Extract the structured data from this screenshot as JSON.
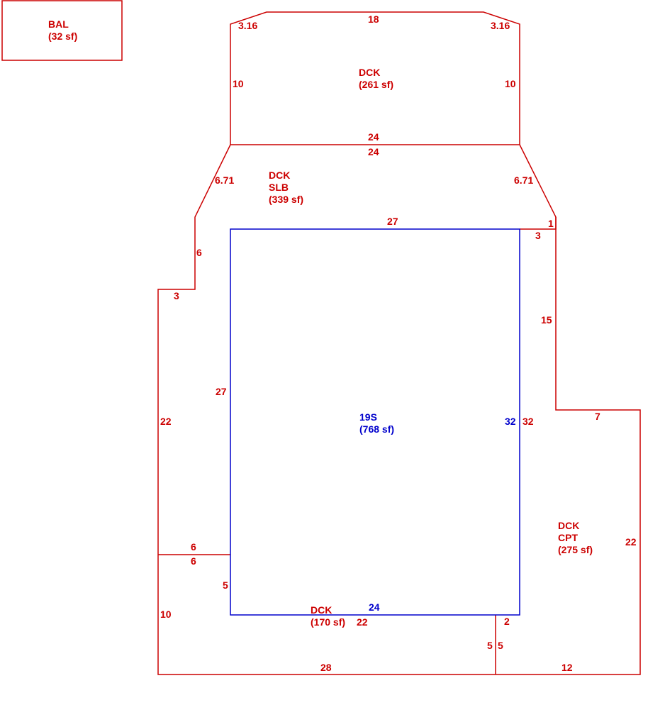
{
  "colors": {
    "exterior": "#cc0000",
    "main_living": "#0000cc"
  },
  "areas": {
    "bal": {
      "code": "BAL",
      "area": "(32 sf)"
    },
    "deck_top": {
      "code": "DCK",
      "area": "(261 sf)"
    },
    "deck_slab": {
      "code": "DCK",
      "material": "SLB",
      "area": "(339 sf)"
    },
    "main": {
      "code": "19S",
      "area": "(768 sf)"
    },
    "deck_carpet": {
      "code": "DCK",
      "material": "CPT",
      "area": "(275 sf)"
    },
    "deck_bottom": {
      "code": "DCK",
      "area": "(170 sf)"
    }
  },
  "dimensions": {
    "top_deck_top": "18",
    "top_deck_chamfer_left": "3.16",
    "top_deck_chamfer_right": "3.16",
    "top_deck_left": "10",
    "top_deck_right": "10",
    "top_deck_bottom": "24",
    "slab_top": "24",
    "slab_diag_left": "6.71",
    "slab_diag_right": "6.71",
    "slab_right_step": "1",
    "main_top": "27",
    "right_notch": "3",
    "left_vertical_6": "6",
    "left_step_3": "3",
    "right_vertical_15": "15",
    "main_left": "27",
    "left_outer_22": "22",
    "main_right_inner": "32",
    "main_right_outer": "32",
    "carpet_top": "7",
    "carpet_right": "22",
    "left_step_6_upper": "6",
    "left_step_6_lower": "6",
    "main_left_lower_5": "5",
    "left_outer_10": "10",
    "main_bottom": "24",
    "deck_bottom_top_22": "22",
    "divider_2": "2",
    "divider_5_left": "5",
    "divider_5_right": "5",
    "bottom_28": "28",
    "bottom_12": "12"
  }
}
